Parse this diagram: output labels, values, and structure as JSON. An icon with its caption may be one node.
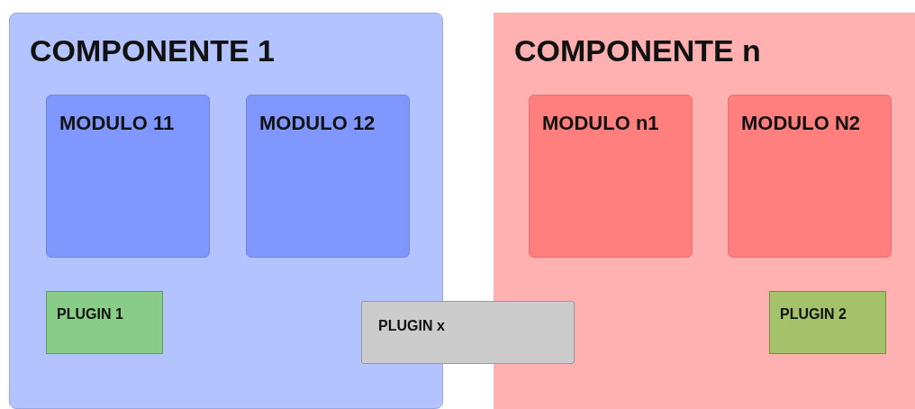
{
  "diagram": {
    "nodes": [
      {
        "text": [
          "COMPONENTE 1"
        ]
      },
      {
        "text": [
          "MODULO 11"
        ],
        "in": 0
      },
      {
        "text": [
          "MODULO 12"
        ],
        "in": 0
      },
      {
        "text": [
          "PLUGIN 1"
        ],
        "in": 0
      },
      {
        "text": [
          "COMPONENTE n"
        ]
      },
      {
        "text": [
          "MODULO n1"
        ],
        "in": 4
      },
      {
        "text": [
          "MODULO N2"
        ],
        "in": 4
      },
      {
        "text": [
          "PLUGIN 2"
        ],
        "in": 4
      },
      {
        "text": [
          "PLUGIN x"
        ]
      }
    ]
  }
}
